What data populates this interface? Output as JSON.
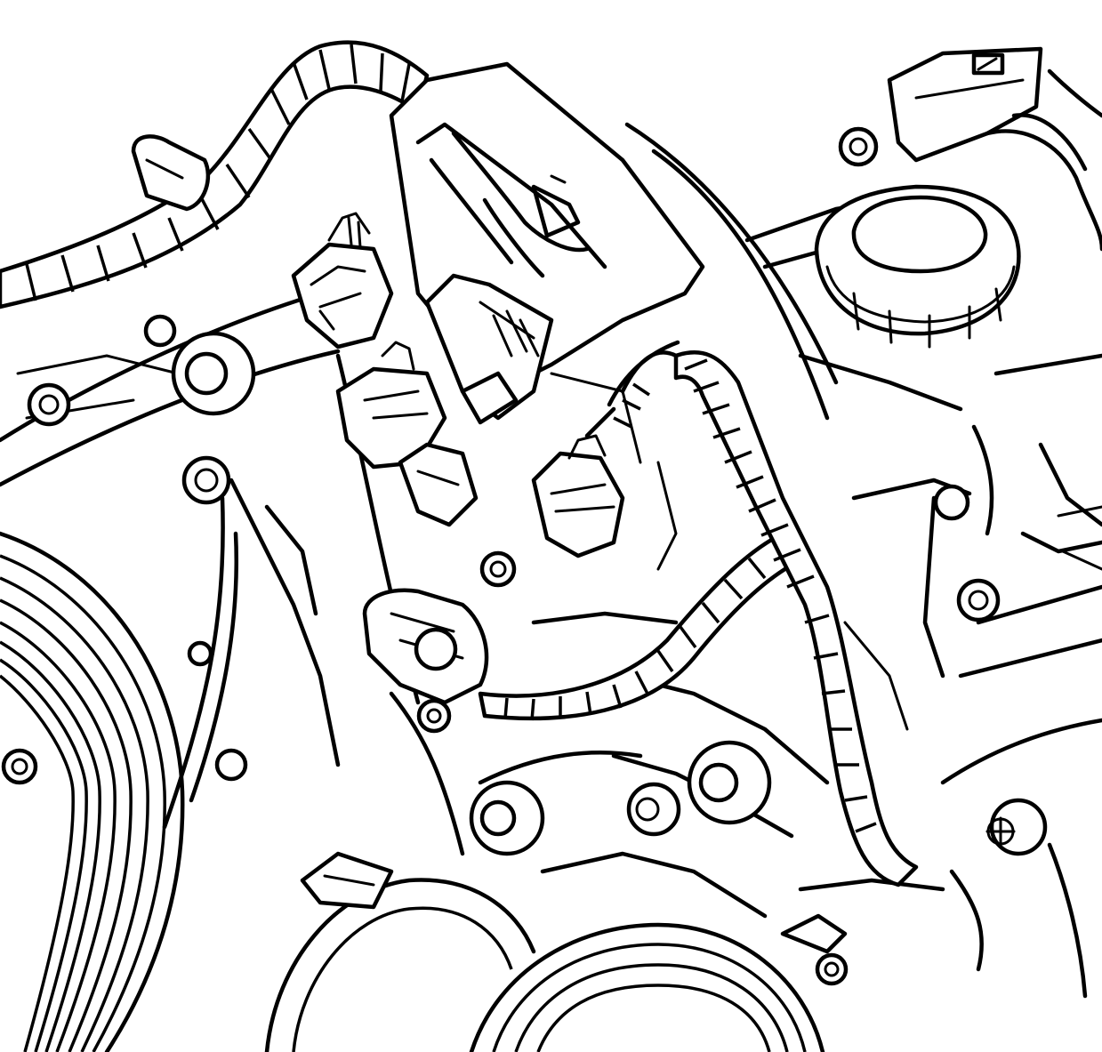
{
  "diagram": {
    "style": "black line art on white",
    "colors": {
      "line": "#000000",
      "background": "#ffffff"
    },
    "parts": [
      "wiring-harness-upper",
      "wiring-harness-lower-branch",
      "harness-bracket",
      "electrical-connector",
      "sensor-connector",
      "oil-filler-cap",
      "crankshaft-pulley",
      "lower-pulley",
      "front-cover",
      "bolt",
      "stud-boss"
    ]
  }
}
